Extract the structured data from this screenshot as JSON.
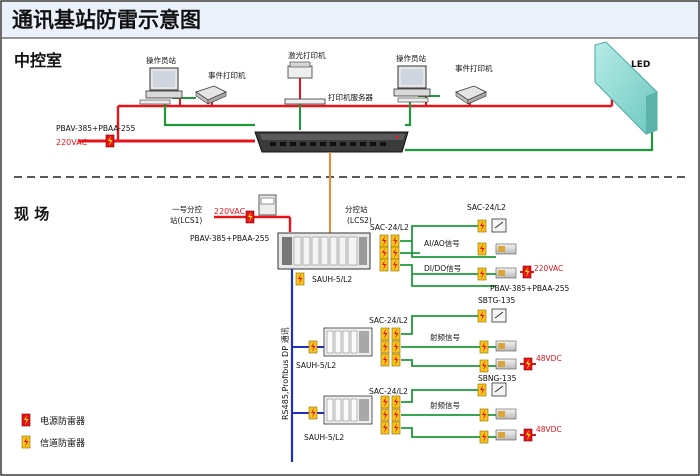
{
  "title": "通讯基站防雷示意图",
  "sections": {
    "control_room": "中控室",
    "field": "现 场"
  },
  "labels": {
    "operator_station": "操作员站",
    "event_printer": "事件打印机",
    "laser_printer": "激光打印机",
    "print_server": "打印机服务器",
    "led": "LED",
    "pbav_top": "PBAV-385+PBAA-255",
    "vac220": "220VAC",
    "lcs1_line1": "一号分控",
    "lcs1_line2": "站(LCS1)",
    "lcs2_line1": "分控站",
    "lcs2_line2": "(LCS2)",
    "pbav_mid": "PBAV-385+PBAA-255",
    "sac_24_l2": "SAC-24/L2",
    "ai_ao": "AI/AO信号",
    "di_do": "DI/DO信号",
    "pbav_right": "PBAV-385+PBAA-255",
    "sauh_5_l2": "SAUH-5/L2",
    "sbtg_135": "SBTG-135",
    "sbng_135": "SBNG-135",
    "rf_signal": "射频信号",
    "vdc48": "48VDC",
    "bus_label": "RS485,Profibus DP 通讯",
    "legend_power": "电源防雷器",
    "legend_signal": "信道防雷器"
  },
  "colors": {
    "power_line": "#e8141c",
    "signal_line": "#1e9a3a",
    "bus_line": "#1f2fbf",
    "lcs2_link": "#f08a30",
    "title_bar": "#eaf1fb",
    "led_panel": "#8fd6cf",
    "power_protector": "#e8141c",
    "signal_protector": "#f7c51a"
  }
}
